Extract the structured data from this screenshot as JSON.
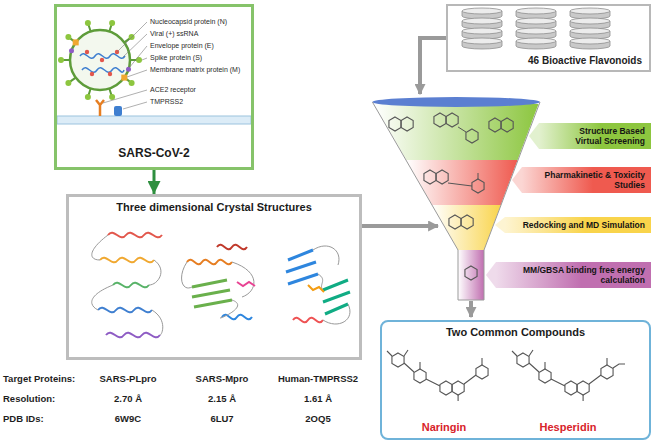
{
  "diagram": {
    "nodes": [
      {
        "text": [
          "SARS-CoV-2"
        ]
      },
      {
        "text": [
          "Three dimensional Crystal Structures"
        ]
      },
      {
        "text": [
          "46 Bioactive Flavonoids"
        ]
      },
      {
        "text": [
          "Structure Based Virtual Screening"
        ]
      },
      {
        "text": [
          "Pharmakinetic & Toxicity Studies"
        ]
      },
      {
        "text": [
          "Redocking and MD Simulation"
        ]
      },
      {
        "text": [
          "MM/GBSA binding free energy calculation"
        ]
      },
      {
        "text": [
          "Two Common Compounds",
          "Naringin",
          "Hesperidin"
        ]
      }
    ],
    "edges": [
      {
        "from": 0,
        "to": 1,
        "arrow": "to"
      }
    ],
    "labels": [
      "Nucleocapsid protein (N)",
      "Viral (+) ssRNA",
      "Envelope protein (E)",
      "Spike protein (S)",
      "Membrane matrix protein (M)",
      "ACE2 receptor",
      "TMPRSS2",
      "Target Proteins:",
      "SARS-PLpro",
      "SARS-Mpro",
      "Human-TMPRSS2",
      "Resolution:",
      "2.70 Å",
      "2.15 Å",
      "1.61 Å",
      "PDB IDs:",
      "6W9C",
      "6LU7",
      "2OQ5"
    ]
  }
}
